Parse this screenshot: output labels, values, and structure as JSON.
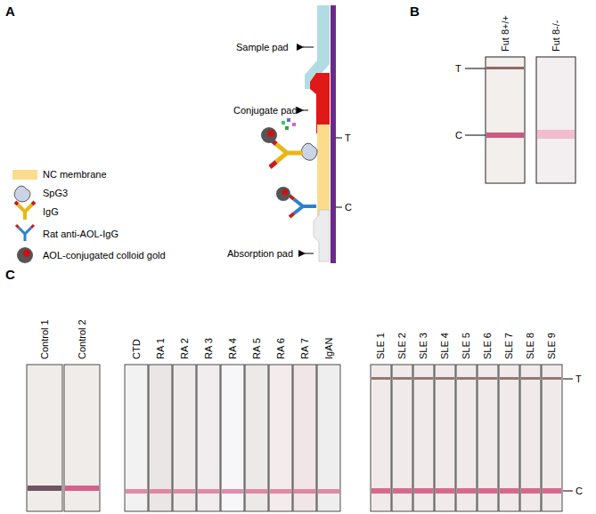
{
  "diagram": {
    "labels": [
      "A",
      "Sample pad",
      "Conjugate pad",
      "T",
      "C",
      "Absorption pad",
      "B",
      "Fut 8+/+",
      "Fut 8-/-",
      "T",
      "C",
      "C",
      "Control 1",
      "Control 2",
      "CTD",
      "RA 1",
      "RA 2",
      "RA 3",
      "RA 4",
      "RA 5",
      "RA 6",
      "RA 7",
      "IgAN",
      "SLE 1",
      "SLE 2",
      "SLE 3",
      "SLE 4",
      "SLE 5",
      "SLE 6",
      "SLE 7",
      "SLE 8",
      "SLE 9",
      "T",
      "C"
    ],
    "legend": [
      {
        "text": "NC membrane",
        "color": "#fbdc8e"
      },
      {
        "text": "SpG3"
      },
      {
        "text": "IgG"
      },
      {
        "text": "Rat anti-AOL-IgG"
      },
      {
        "text": "AOL-conjugated colloid gold"
      }
    ]
  }
}
